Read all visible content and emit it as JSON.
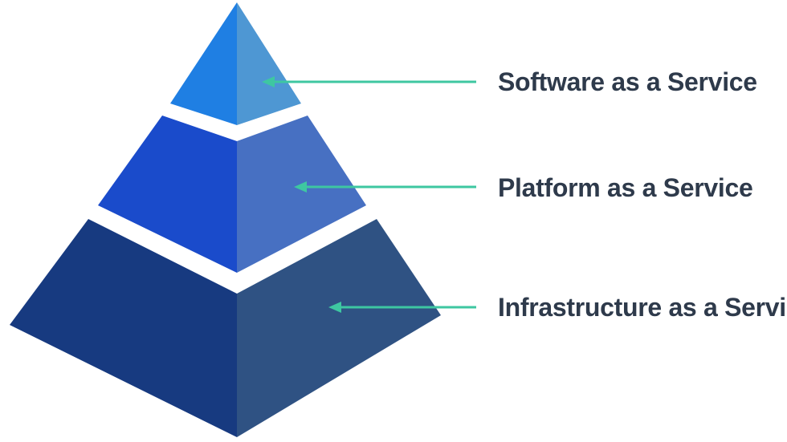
{
  "diagram": {
    "colors": {
      "arrow": "#3ec7a1",
      "label": "#2e3a4b"
    },
    "layers": [
      {
        "label": "Software as a Service",
        "left_color": "#1f7fe3",
        "right_color": "#4e97d3"
      },
      {
        "label": "Platform as a Service",
        "left_color": "#1a4bcb",
        "right_color": "#4770c2"
      },
      {
        "label": "Infrastructure as a Service",
        "left_color": "#173a80",
        "right_color": "#2f5283"
      }
    ]
  }
}
